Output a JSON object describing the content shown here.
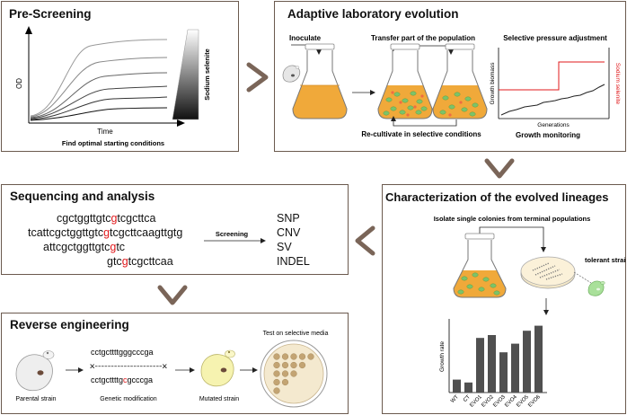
{
  "panels": {
    "prescreen": {
      "title": "Pre-Screening",
      "ylabel": "OD",
      "xlabel": "Time",
      "gradient_label": "Sodium selenite",
      "caption": "Find optimal starting conditions"
    },
    "ale": {
      "title": "Adaptive laboratory evolution",
      "inoculate": "Inoculate",
      "transfer": "Transfer part of the population",
      "recultivate": "Re-cultivate in selective conditions",
      "pressure_title": "Selective pressure adjustment",
      "growth_biomass": "Growth biomass",
      "generations": "Generations",
      "sodium_selenite": "Sodium selenite",
      "monitoring": "Growth monitoring"
    },
    "seq": {
      "title": "Sequencing and analysis",
      "screening": "Screening",
      "lines": [
        {
          "pre": "cgctggttgtc",
          "hl": "g",
          "post": "tcgcttca"
        },
        {
          "pre": "tcattcgctggttgtc",
          "hl": "g",
          "post": "tcgcttcaagttgtg"
        },
        {
          "pre": "attcgctggttgtc",
          "hl": "g",
          "post": "tc"
        },
        {
          "pre": "gtc",
          "hl": "g",
          "post": "tcgcttcaa"
        }
      ],
      "variants": [
        "SNP",
        "CNV",
        "SV",
        "INDEL"
      ]
    },
    "charact": {
      "title": "Characterization of the evolved lineages",
      "isolate": "Isolate single colonies from terminal populations",
      "tolerant": "tolerant strain",
      "ylabel": "Growth rate"
    },
    "reverse": {
      "title": "Reverse engineering",
      "parental": "Parental strain",
      "seq_top": "cctgcttttgggcccga",
      "x_line": "x---------------------x",
      "seq_bottom_pre": "cctgcttttg",
      "seq_bottom_hl": "c",
      "seq_bottom_post": "gcccga",
      "modification": "Genetic modification",
      "mutated": "Mutated strain",
      "test": "Test on selective media"
    }
  },
  "chart_data": {
    "type": "bar",
    "categories": [
      "WT",
      "CT",
      "EVO1",
      "EVO2",
      "EVO3",
      "EVO4",
      "EVO5",
      "EVO6"
    ],
    "values": [
      0.18,
      0.14,
      0.76,
      0.8,
      0.56,
      0.68,
      0.86,
      0.93
    ],
    "ylabel": "Growth rate",
    "ylim": [
      0,
      1
    ]
  },
  "colors": {
    "border": "#6b5a4e",
    "big_arrow": "#7a6558",
    "flask_liquid": "#f0a93a",
    "highlight": "#e0181b",
    "cell_green": "#7cc36a",
    "bar": "#505050"
  }
}
